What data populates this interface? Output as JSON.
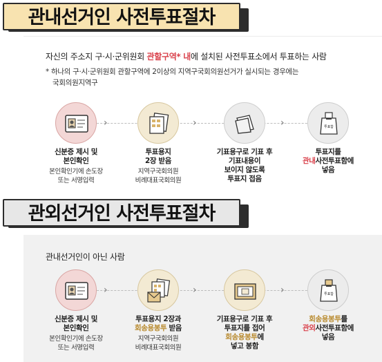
{
  "section1": {
    "title": "관내선거인 사전투표절차",
    "description": {
      "prefix": "자신의 주소지 구·시·군위원회 ",
      "highlight": "관할구역* 내",
      "suffix": "에 설치된 사전투표소에서 투표하는 사람"
    },
    "note": {
      "line1": "* 하나의 구·시·군위원회 관할구역에 2이상의 지역구국회의원선거가 실시되는 경우에는",
      "line2": "국회의원지역구"
    },
    "steps": [
      {
        "title_l1": "신분증 제시 및",
        "title_l2": "본인확인",
        "sub_l1": "본인확인기에 손도장",
        "sub_l2": "또는 서명입력"
      },
      {
        "title_l1": "투표용지",
        "title_l2": "2장 받음",
        "sub_l1": "지역구국회의원",
        "sub_l2": "비례대표국회의원"
      },
      {
        "title_l1": "기표용구로 기표 후",
        "title_l2": "기표내용이",
        "title_l3": "보이지 않도록",
        "title_l4": "투표지 접음"
      },
      {
        "title_l1": "투표지를",
        "title_l2_highlight": "관내",
        "title_l2_rest": "사전투표함에",
        "title_l3": "넣음"
      }
    ],
    "ballot_box_label": "투표함"
  },
  "section2": {
    "title": "관외선거인 사전투표절차",
    "description": "관내선거인이 아닌 사람",
    "steps": [
      {
        "title_l1": "신분증 제시 및",
        "title_l2": "본인확인",
        "sub_l1": "본인확인기에 손도장",
        "sub_l2": "또는 서명입력"
      },
      {
        "title_l1": "투표용지 2장과",
        "title_l2_highlight": "회송용봉투",
        "title_l2_rest": " 받음",
        "sub_l1": "지역구국회의원",
        "sub_l2": "비례대표국회의원"
      },
      {
        "title_l1": "기표용구로 기표 후",
        "title_l2": "투표지를 접어",
        "title_l3_highlight": "회송용봉투",
        "title_l3_rest": "에",
        "title_l4": "넣고 봉함"
      },
      {
        "title_l1_highlight": "회송용봉투",
        "title_l1_rest": "를",
        "title_l2_highlight": "관외",
        "title_l2_rest": "사전투표함에",
        "title_l3": "넣음"
      }
    ],
    "ballot_box_label": "투표함"
  }
}
